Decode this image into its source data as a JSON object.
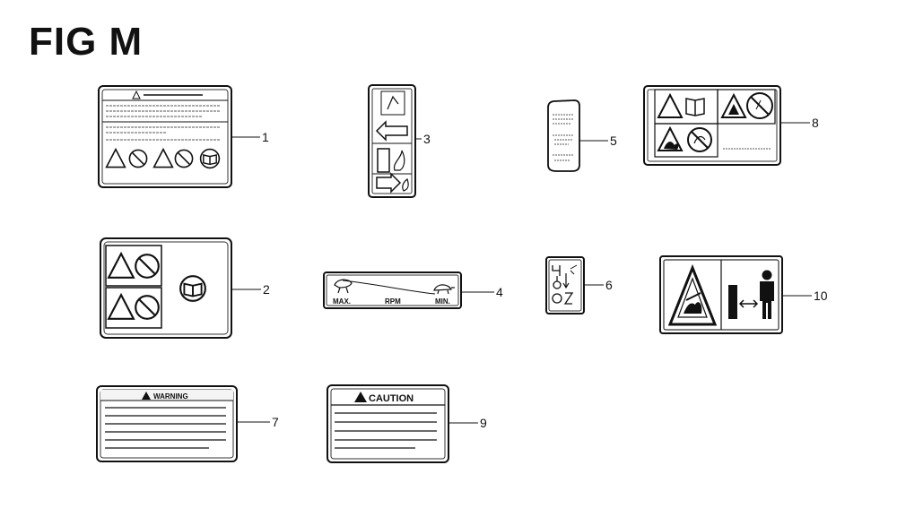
{
  "figure": {
    "title": "FIG M"
  },
  "callouts": [
    "1",
    "2",
    "3",
    "4",
    "5",
    "6",
    "7",
    "8",
    "9",
    "10"
  ],
  "labels": {
    "label4": {
      "left": "MAX.",
      "middle": "RPM",
      "right": "MIN."
    },
    "label7": {
      "header": "WARNING"
    },
    "label9": {
      "header": "CAUTION"
    }
  },
  "icons": {
    "warning": "warning-triangle-icon",
    "prohibition": "prohibition-circle-icon",
    "manual": "manual-book-icon",
    "rabbit": "rabbit-fast-icon",
    "turtle": "turtle-slow-icon",
    "person": "person-icon",
    "distance": "distance-arrow-icon"
  }
}
